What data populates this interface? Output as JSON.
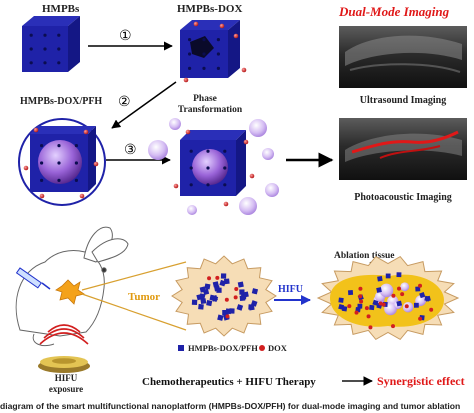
{
  "labels": {
    "hmpbs": "HMPBs",
    "hmpbs_dox": "HMPBs-DOX",
    "hmpbs_dox_pfh": "HMPBs-DOX/PFH",
    "step1": "①",
    "step2": "②",
    "step3": "③",
    "phase_line1": "Phase",
    "phase_line2": "Transformation",
    "dual_mode": "Dual-Mode Imaging",
    "ultrasound": "Ultrasound Imaging",
    "photoacoustic": "Photoacoustic Imaging",
    "tumor": "Tumor",
    "hifu": "HIFU",
    "ablation": "Ablation tissue",
    "legend_particle": "HMPBs-DOX/PFH",
    "legend_dox": "DOX",
    "hifu_exposure_line1": "HIFU",
    "hifu_exposure_line2": "exposure",
    "therapy": "Chemotherapeutics + HIFU Therapy",
    "synergistic": "Synergistic effect"
  },
  "caption": "diagram of the smart multifunctional nanoplatform (HMPBs-DOX/PFH) for dual-mode imaging and tumor ablation",
  "colors": {
    "cube_blue": "#1f22a8",
    "dox_red": "#d21f1f",
    "bubble_purple": "#b98fe6",
    "title_red": "#e01818",
    "tumor_fill": "#f6ddb6",
    "tumor_edge": "#c79b62",
    "hifu_blue": "#2233cc",
    "lesion_yellow": "#f2c21a",
    "tumor_label": "#e09a10"
  },
  "icons": [
    "rabbit-illustration",
    "hifu-transducer-icon",
    "ultrasound-wave-icon",
    "syringe-icon"
  ]
}
